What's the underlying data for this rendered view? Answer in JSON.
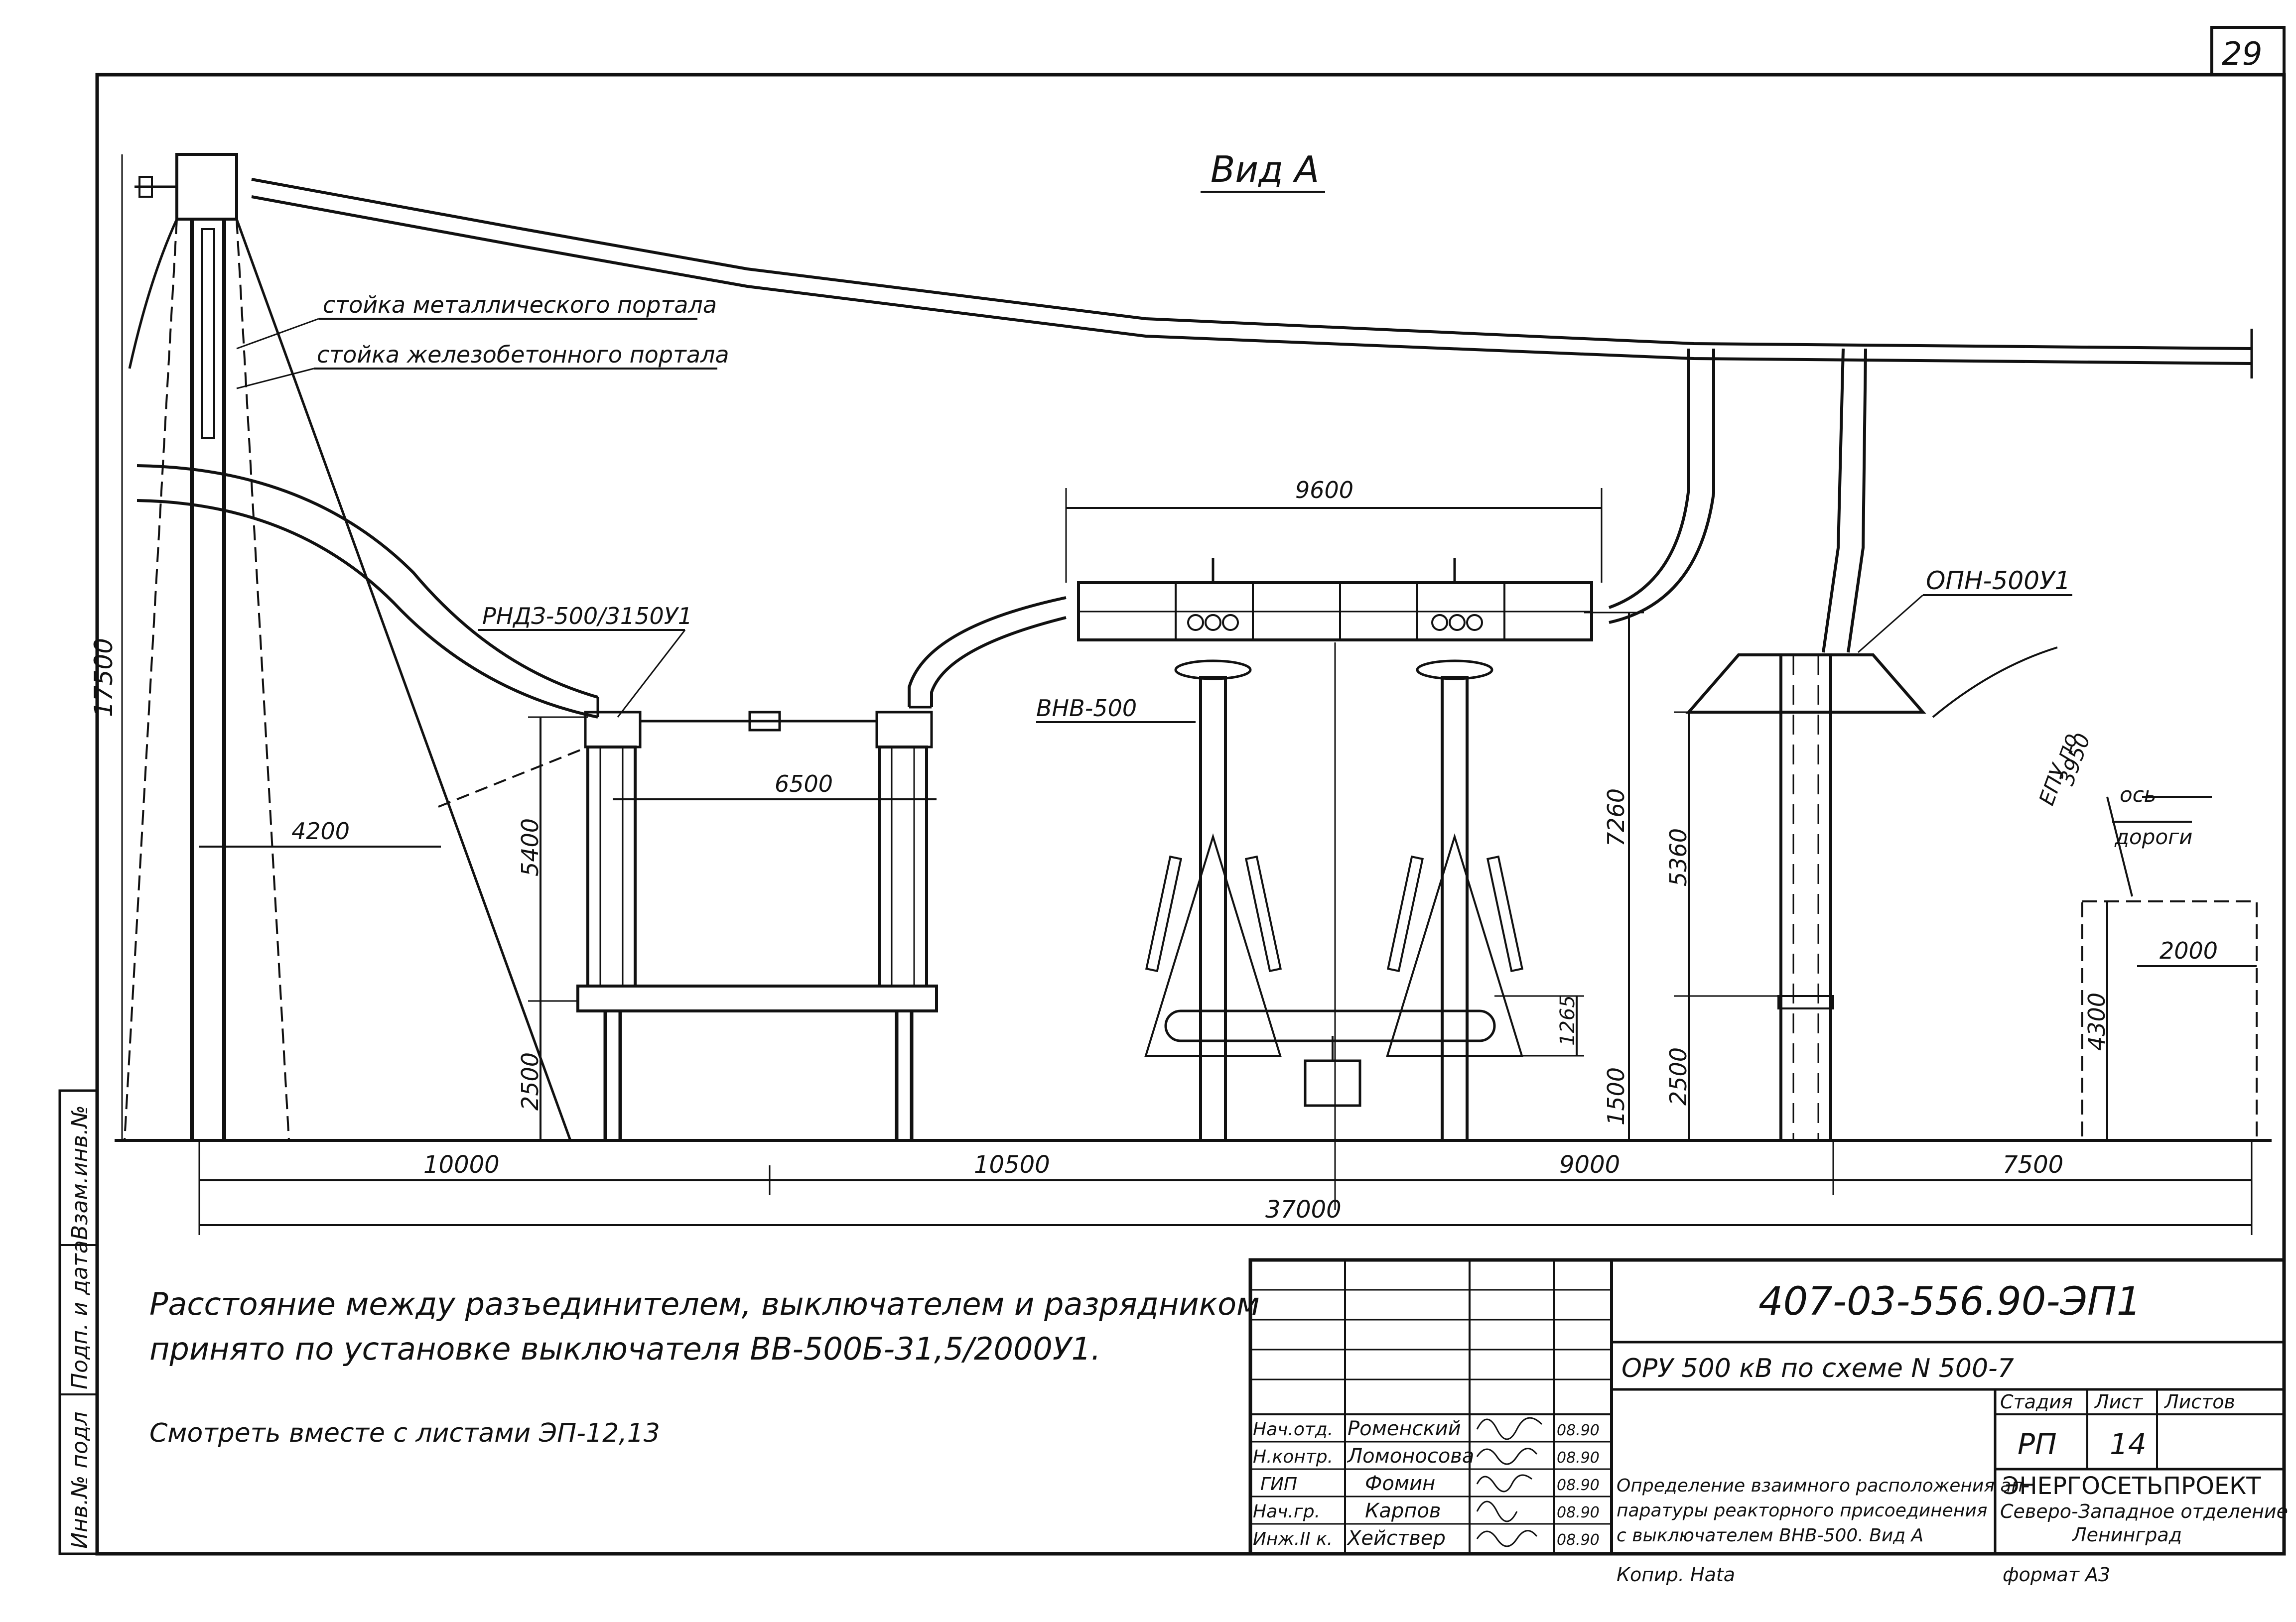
{
  "sheet_number": "29",
  "view_title": "Вид А",
  "labels": {
    "metal_portal": "стойка металлического портала",
    "concrete_portal": "стойка железобетонного портала",
    "disconnector": "РНДЗ-500/3150У1",
    "breaker": "ВНВ-500",
    "arrester": "ОПН-500У1",
    "road_axis_1": "ось",
    "road_axis_2": "дороги",
    "epu": "ЕПУ по",
    "epu_val": "3950"
  },
  "dimensions": {
    "h17500": "17500",
    "d4200": "4200",
    "d5400": "5400",
    "d2500a": "2500",
    "d6500": "6500",
    "d9600": "9600",
    "d7260": "7260",
    "d1265": "1265",
    "d1500": "1500",
    "d5360": "5360",
    "d2500b": "2500",
    "d4300": "4300",
    "d2000": "2000",
    "d10000": "10000",
    "d10500": "10500",
    "d9000": "9000",
    "d7500": "7500",
    "d37000": "37000"
  },
  "notes": {
    "line1": "Расстояние между разъединителем, выключателем и разрядником",
    "line2": "принято по установке выключателя ВВ-500Б-31,5/2000У1.",
    "line3": "Смотреть вместе с листами ЭП-12,13"
  },
  "side_stamp": {
    "a": "Инв.№ подл",
    "b": "Подп. и дата",
    "c": "Взам.инв.№"
  },
  "title_block": {
    "code": "407-03-556.90-ЭП1",
    "project": "ОРУ 500 кВ по схеме N 500-7",
    "stage_h": "Стадия",
    "sheet_h": "Лист",
    "sheets_h": "Листов",
    "stage": "РП",
    "sheet": "14",
    "desc1": "Определение взаимного расположения ап-",
    "desc2": "паратуры реакторного присоединения",
    "desc3": "с выключателем ВНВ-500. Вид А",
    "org1": "ЭНЕРГОСЕТЬПРОЕКТ",
    "org2": "Северо-Западное отделение",
    "org3": "Ленинград",
    "copied": "Копир. Наta",
    "format": "формат А3",
    "people": [
      {
        "role": "Нач.отд.",
        "name": "Роменский",
        "date": "08.90"
      },
      {
        "role": "Н.контр.",
        "name": "Ломоносова",
        "date": "08.90"
      },
      {
        "role": "ГИП",
        "name": "Фомин",
        "date": "08.90"
      },
      {
        "role": "Нач.гр.",
        "name": "Карпов",
        "date": "08.90"
      },
      {
        "role": "Инж.II к.",
        "name": "Хействер",
        "date": "08.90"
      }
    ]
  }
}
